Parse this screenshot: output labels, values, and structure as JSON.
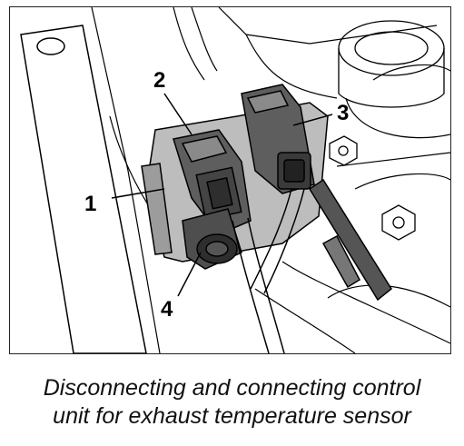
{
  "figure": {
    "callouts": [
      {
        "id": "1",
        "label": "1"
      },
      {
        "id": "2",
        "label": "2"
      },
      {
        "id": "3",
        "label": "3"
      },
      {
        "id": "4",
        "label": "4"
      }
    ],
    "colors": {
      "line": "#000000",
      "connector_fill": "#6b6b6b",
      "connector_dark": "#3a3a3a",
      "bracket_fill": "#b8b8b8",
      "background": "#ffffff"
    }
  },
  "caption": {
    "line1": "Disconnecting and connecting control",
    "line2": "unit for exhaust temperature sensor"
  }
}
